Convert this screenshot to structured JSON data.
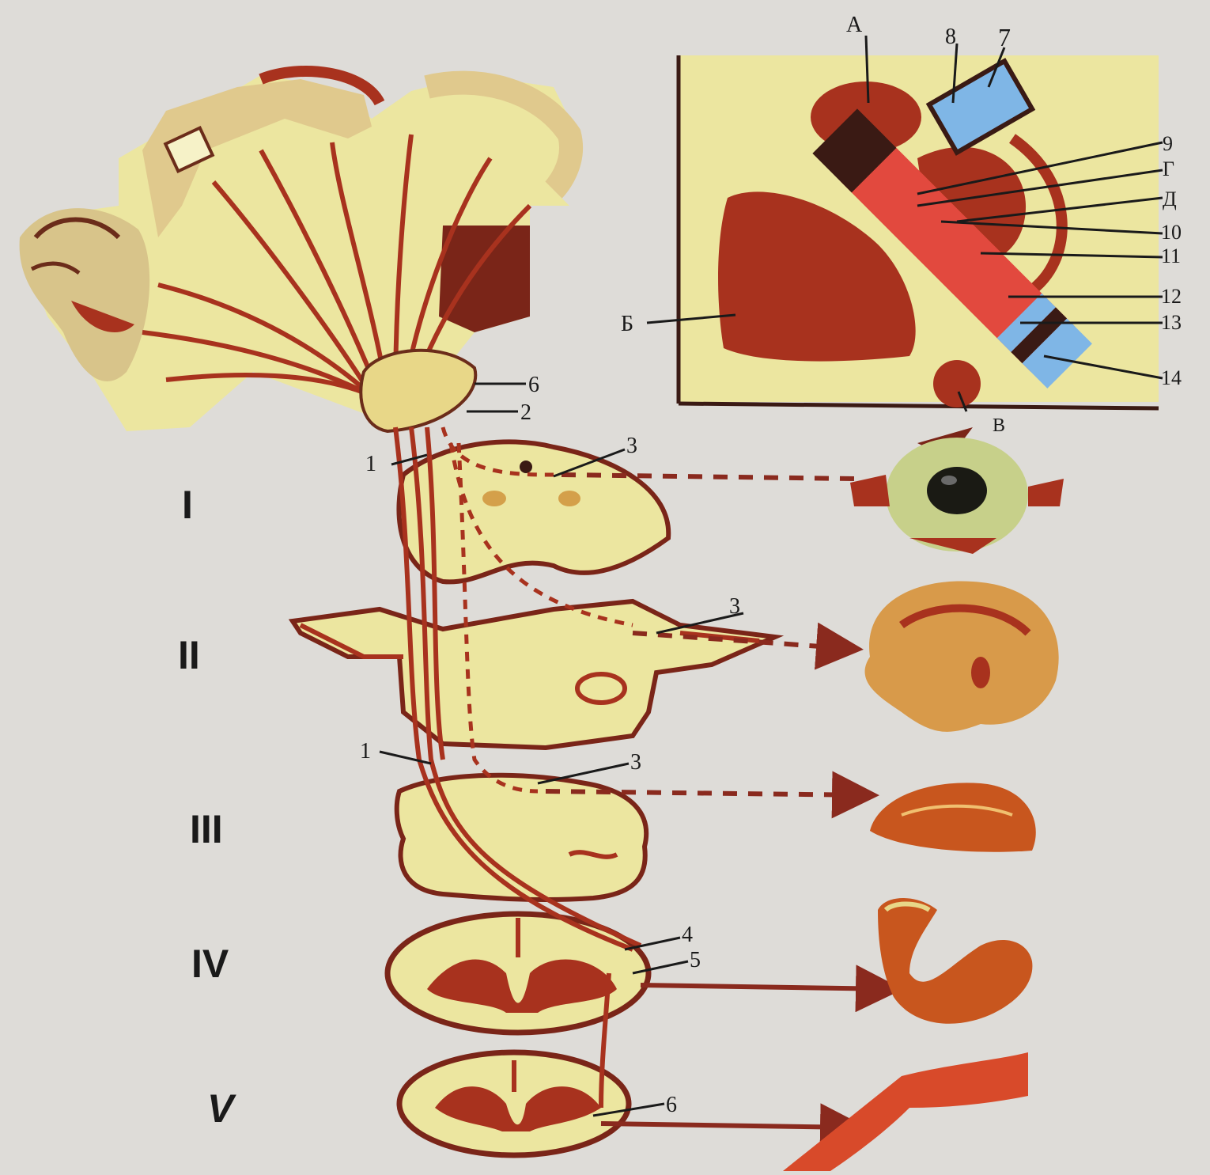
{
  "colors": {
    "background": "#dedcd8",
    "tissue_yellow": "#ece6a0",
    "tract_red": "#a8321e",
    "dark_brown": "#7a2518",
    "capsule_red": "#e2493e",
    "capsule_blue": "#7fb6e6",
    "capsule_dark": "#3a1a14"
  },
  "levels": [
    "I",
    "II",
    "III",
    "IV",
    "V"
  ],
  "inset_labels": {
    "A": "А",
    "B": "Б",
    "V": "В",
    "G": "Г",
    "D": "Д",
    "n7": "7",
    "n8": "8",
    "n9": "9",
    "n10": "10",
    "n11": "11",
    "n12": "12",
    "n13": "13",
    "n14": "14"
  },
  "main_labels": {
    "n6_top": "6",
    "n2": "2",
    "n1_top": "1",
    "n3_eye": "3",
    "n3_face": "3",
    "n1_mid": "1",
    "n3_mid": "3",
    "n4": "4",
    "n5": "5",
    "n6_bottom": "6"
  },
  "organs": [
    "eye-icon",
    "head-icon",
    "tongue-icon",
    "arm-icon",
    "leg-icon"
  ]
}
